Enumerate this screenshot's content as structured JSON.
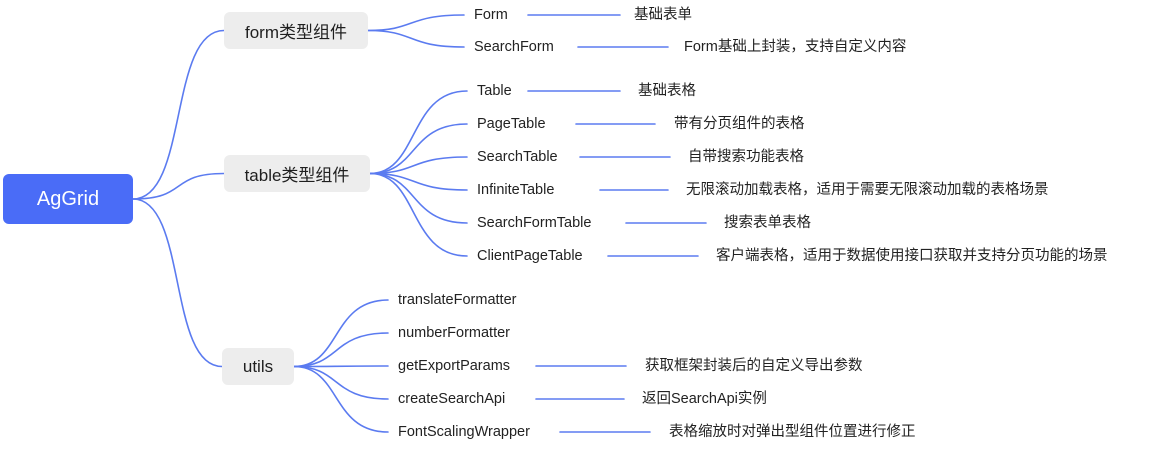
{
  "root": {
    "label": "AgGrid"
  },
  "groups": [
    {
      "label": "form类型组件",
      "items": [
        {
          "label": "Form",
          "desc": "基础表单"
        },
        {
          "label": "SearchForm",
          "desc": "Form基础上封装，支持自定义内容"
        }
      ]
    },
    {
      "label": "table类型组件",
      "items": [
        {
          "label": "Table",
          "desc": "基础表格"
        },
        {
          "label": "PageTable",
          "desc": "带有分页组件的表格"
        },
        {
          "label": "SearchTable",
          "desc": "自带搜索功能表格"
        },
        {
          "label": "InfiniteTable",
          "desc": "无限滚动加载表格，适用于需要无限滚动加载的表格场景"
        },
        {
          "label": "SearchFormTable",
          "desc": "搜索表单表格"
        },
        {
          "label": "ClientPageTable",
          "desc": "客户端表格，适用于数据使用接口获取并支持分页功能的场景"
        }
      ]
    },
    {
      "label": "utils",
      "items": [
        {
          "label": "translateFormatter",
          "desc": ""
        },
        {
          "label": "numberFormatter",
          "desc": ""
        },
        {
          "label": "getExportParams",
          "desc": "获取框架封装后的自定义导出参数"
        },
        {
          "label": "createSearchApi",
          "desc": "返回SearchApi实例"
        },
        {
          "label": "FontScalingWrapper",
          "desc": "表格缩放时对弹出型组件位置进行修正"
        }
      ]
    }
  ],
  "colors": {
    "root": "#4a6cf7",
    "link": "#5b7bf0",
    "group_bg": "#ededed"
  }
}
